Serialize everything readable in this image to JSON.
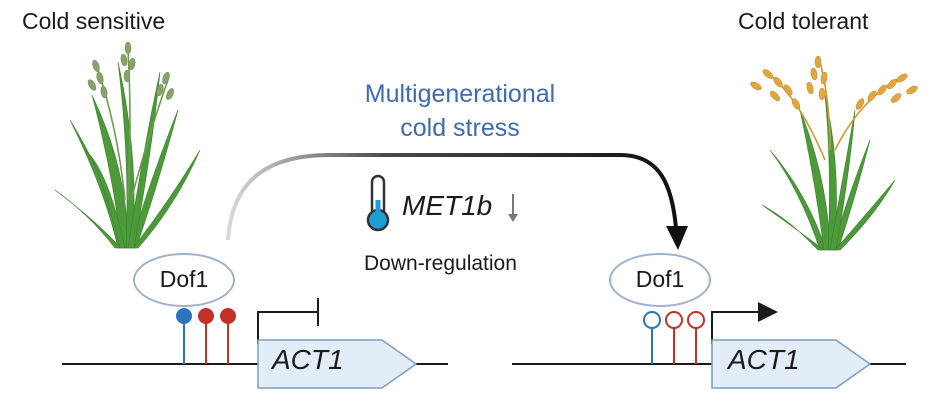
{
  "left_state": "Cold sensitive",
  "right_state": "Cold tolerant",
  "process": {
    "line1": "Multigenerational",
    "line2": "cold stress"
  },
  "regulator": {
    "gene": "MET1b",
    "arrow": "↓",
    "effect": "Down-regulation"
  },
  "transcription_factor": "Dof1",
  "target_gene": "ACT1",
  "colors": {
    "title_blue": "#3f6ca8",
    "methyl_blue": "#2e73bf",
    "methyl_red": "#c0312a",
    "gene_fill": "#e3edf7",
    "gene_stroke": "#7e9cc0",
    "leaf_green": "#4c9a3a",
    "panicle_green": "#8aa26a",
    "panicle_gold": "#e2a640",
    "arrow_dark": "#1a1a1a",
    "thermo_blue": "#1a9fd6"
  }
}
